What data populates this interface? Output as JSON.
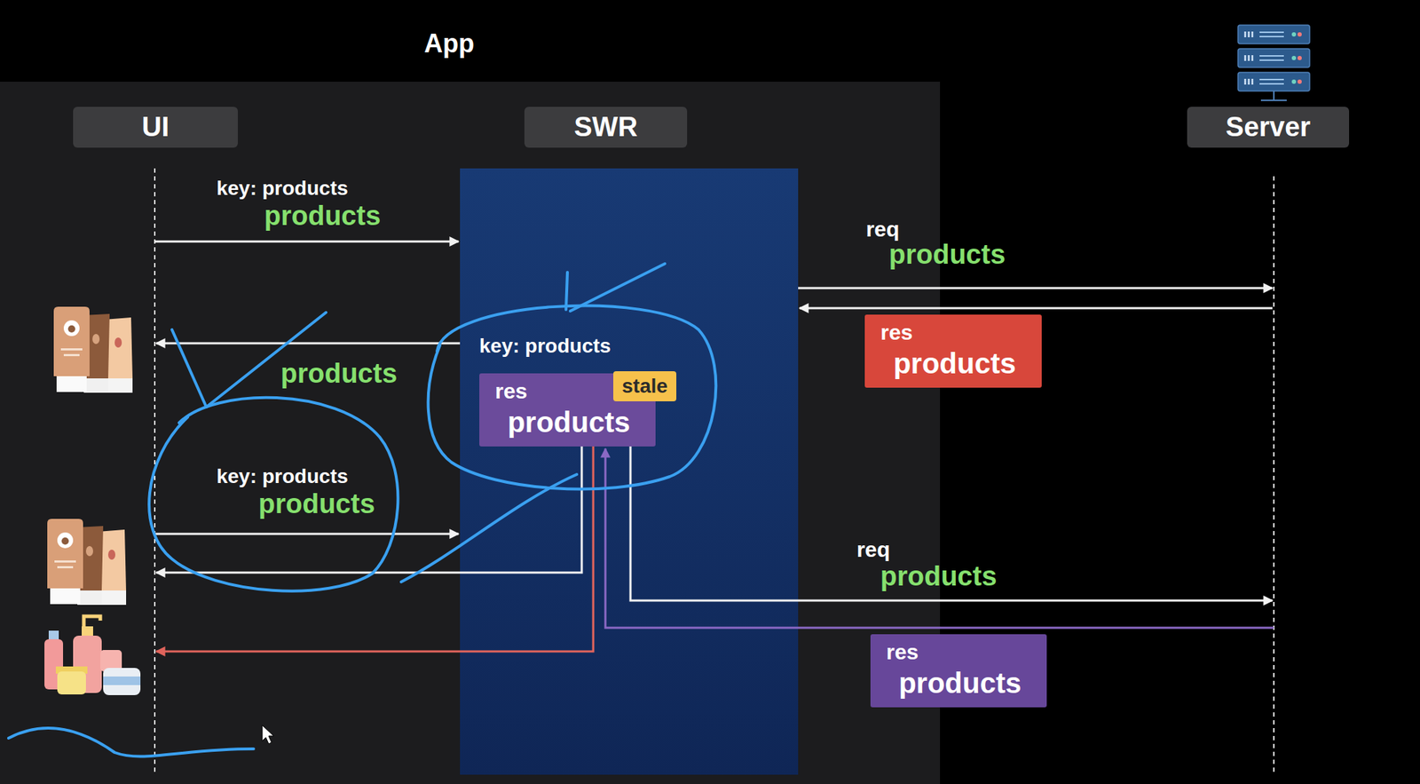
{
  "diagram": {
    "title": "App",
    "nodes": [
      {
        "text": [
          "UI"
        ]
      },
      {
        "text": [
          "SWR"
        ]
      },
      {
        "text": [
          "Server"
        ]
      },
      {
        "text": [
          "res",
          "products"
        ]
      },
      {
        "text": [
          "key: products",
          "res",
          "products"
        ]
      },
      {
        "text": [
          "stale"
        ],
        "in": 4
      },
      {
        "text": [
          "res",
          "products"
        ]
      }
    ],
    "labels": [
      "key: products",
      "products",
      "req",
      "products",
      "products",
      "key: products",
      "products",
      "req",
      "products"
    ]
  }
}
